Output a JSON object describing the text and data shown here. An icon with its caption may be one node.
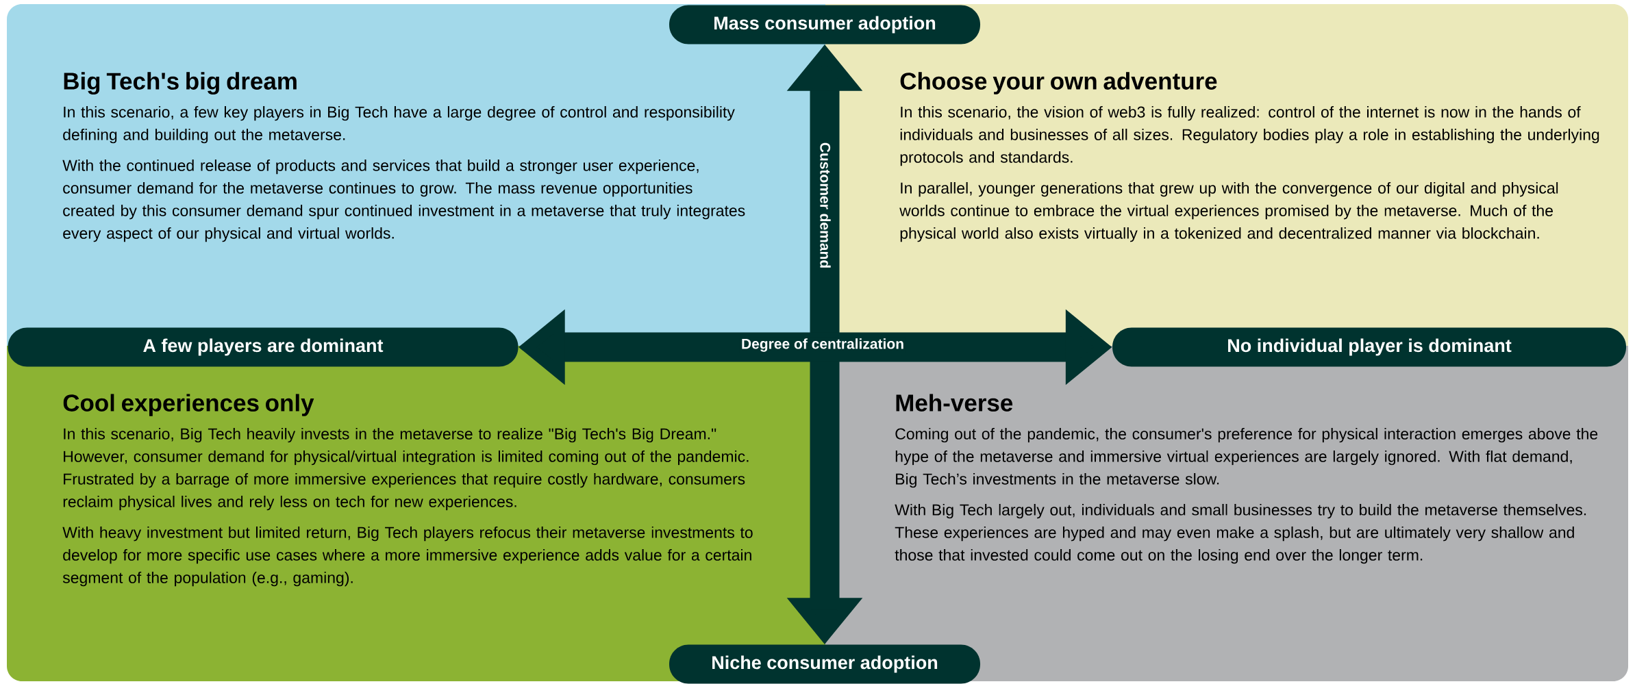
{
  "diagram": {
    "nodes": [
      {
        "text": [
          "Mass consumer adoption"
        ]
      },
      {
        "text": [
          "Big Tech's big dream",
          "In this scenario, a few key players in Big Tech have a large degree of control and responsibility defining and building out the metaverse.",
          "With the continued release of products and services that build a stronger user experience, consumer demand for the metaverse continues to grow. The mass revenue opportunities created by this consumer demand spur continued investment in a metaverse that truly integrates every aspect of our physical and virtual worlds."
        ]
      },
      {
        "text": [
          "Choose your own adventure",
          "In this scenario, the vision of web3 is fully realized: control of the internet is now in the hands of individuals and businesses of all sizes. Regulatory bodies play a role in establishing the underlying protocols and standards.",
          "In parallel, younger generations that grew up with the convergence of our digital and physical worlds continue to embrace the virtual experiences promised by the metaverse. Much of the physical world also exists virtually in a tokenized and decentralized manner via blockchain."
        ]
      },
      {
        "text": [
          "A few players are dominant"
        ]
      },
      {
        "text": [
          "No individual player is dominant"
        ]
      },
      {
        "text": [
          "Cool experiences only",
          "In this scenario, Big Tech heavily invests in the metaverse to realize \"Big Tech's Big Dream.\" However, consumer demand for physical/virtual integration is limited coming out of the pandemic. Frustrated by a barrage of more immersive experiences that require costly hardware, consumers reclaim physical lives and rely less on tech for new experiences.",
          "With heavy investment but limited return, Big Tech players refocus their metaverse investments to develop for more specific use cases where a more immersive experience adds value for a certain segment of the population (e.g., gaming)."
        ]
      },
      {
        "text": [
          "Meh-verse",
          "Coming out of the pandemic, the consumer's preference for physical interaction emerges above the hype of the metaverse and immersive virtual experiences are largely ignored. With flat demand, Big Tech’s investments in the metaverse slow.",
          "With Big Tech largely out, individuals and small businesses try to build the metaverse themselves. These experiences are hyped and may even make a splash, but are ultimately very shallow and those that invested could come out on the losing end over the longer term."
        ]
      },
      {
        "text": [
          "Niche consumer adoption"
        ]
      }
    ],
    "edges": [
      {
        "from": 7,
        "to": 0,
        "arrow": "both",
        "label": "Customer demand"
      },
      {
        "from": 3,
        "to": 4,
        "arrow": "both",
        "label": "Degree of centralization"
      }
    ]
  }
}
